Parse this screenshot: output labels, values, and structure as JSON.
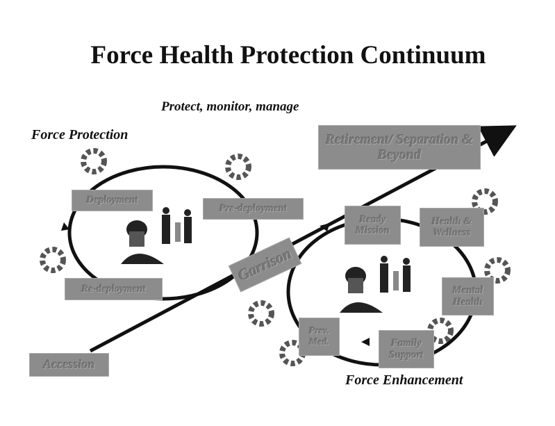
{
  "title": "Force Health Protection Continuum",
  "subtitle": "Protect, monitor, manage",
  "force_protection": "Force Protection",
  "force_enhancement": "Force Enhancement",
  "boxes": {
    "retirement": "Retirement/ Separation & Beyond",
    "deployment": "Deployment",
    "pre_deployment": "Pre-deployment",
    "re_deployment": "Re-deployment",
    "garrison": "Garrison",
    "accession": "Accession",
    "ready_mission": "Ready Mission",
    "health_wellness": "Health & Wellness",
    "mental_health": "Mental Health",
    "family_support": "Family Support",
    "prev_med": "Prev. Med."
  }
}
